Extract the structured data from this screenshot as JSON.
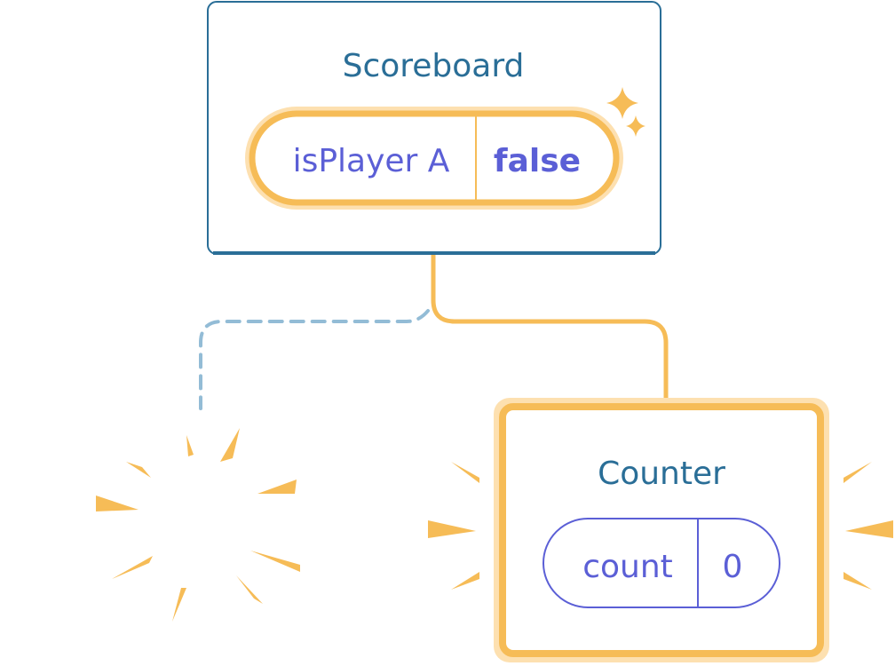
{
  "colors": {
    "node_border": "#2a6e97",
    "title_text": "#2a6e97",
    "state_text": "#5b5fd6",
    "highlight": "#f6bc57",
    "highlight_glow": "#fde0b0",
    "deleted_link": "#93bcd6"
  },
  "scoreboard": {
    "title": "Scoreboard",
    "state": {
      "label": "isPlayer A",
      "value": "false",
      "highlighted": true
    }
  },
  "counter": {
    "title": "Counter",
    "state": {
      "label": "count",
      "value": "0"
    },
    "highlighted": true
  },
  "links": {
    "scoreboard_to_counter": {
      "style": "solid",
      "color": "highlight"
    },
    "scoreboard_to_removed": {
      "style": "dashed",
      "color": "deleted_link"
    }
  },
  "icons": {
    "sparkle": "sparkle-icon",
    "burst": "burst-rays-icon",
    "poof": "poof-icon"
  }
}
